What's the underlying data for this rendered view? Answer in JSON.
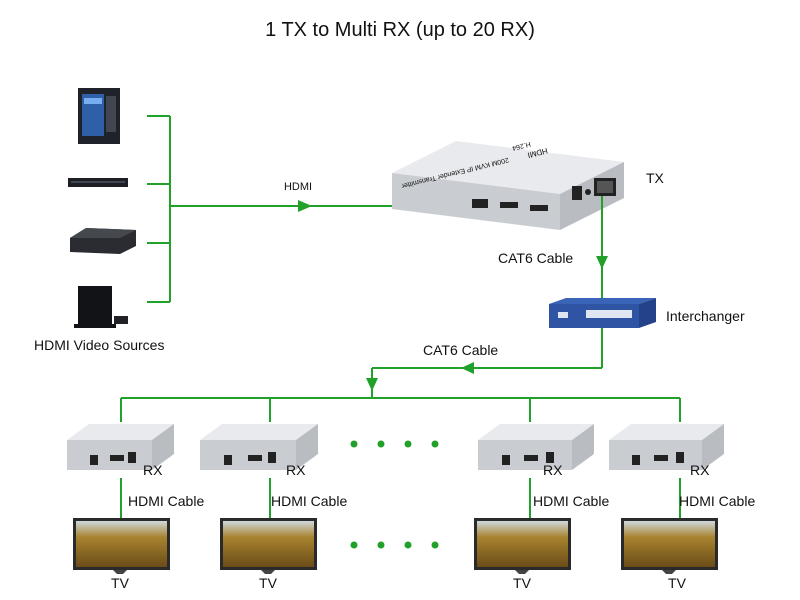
{
  "title": "1 TX to Multi RX (up to 20 RX)",
  "labels": {
    "hdmi": "HDMI",
    "tx": "TX",
    "cat6_tx": "CAT6 Cable",
    "interchanger": "Interchanger",
    "cat6_rx": "CAT6 Cable",
    "sources": "HDMI Video Sources",
    "rx": "RX",
    "hdmi_cable": "HDMI Cable",
    "tv": "TV"
  },
  "device_text": {
    "tx_brand": "HDMI",
    "tx_model": "200M KVM IP Extender",
    "tx_codec": "H.264",
    "tx_role": "Transmitter"
  },
  "sources": [
    {
      "name": "pc-tower-icon"
    },
    {
      "name": "dvd-player-icon"
    },
    {
      "name": "set-top-box-icon"
    },
    {
      "name": "game-console-icon"
    }
  ],
  "receivers": [
    {
      "id": "rx-1"
    },
    {
      "id": "rx-2"
    },
    {
      "id": "rx-3"
    },
    {
      "id": "rx-4"
    }
  ],
  "colors": {
    "wire": "#22a12a",
    "device_body": "#c9ccd0",
    "switch_blue": "#2f54a3"
  }
}
